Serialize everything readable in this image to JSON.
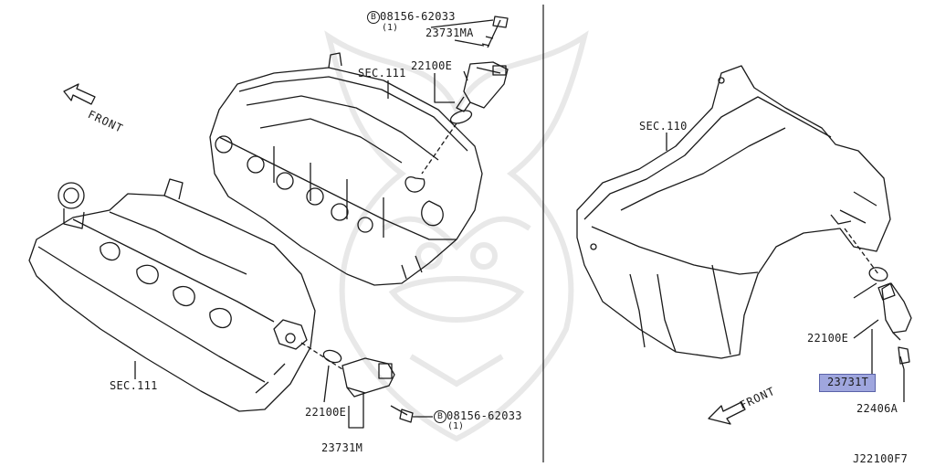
{
  "sections": {
    "sec111_upper": "SEC.111",
    "sec111_lower": "SEC.111",
    "sec110": "SEC.110"
  },
  "left": {
    "bolt_top": {
      "symbol": "B",
      "part": "08156-62033",
      "qty": "(1)"
    },
    "bolt_bottom": {
      "symbol": "B",
      "part": "08156-62033",
      "qty": "(1)"
    },
    "sensor_upper": "23731MA",
    "oring_upper": "22100E",
    "oring_lower": "22100E",
    "sensor_lower": "23731M",
    "front_label": "FRONT"
  },
  "right": {
    "oring": "22100E",
    "sensor": "23731T",
    "bolt": "22406A",
    "front_label": "FRONT"
  },
  "diagram_id": "J22100F7",
  "colors": {
    "line": "#1a1a1a",
    "highlight": "#9fa6de",
    "watermark": "#e8e8e8"
  }
}
